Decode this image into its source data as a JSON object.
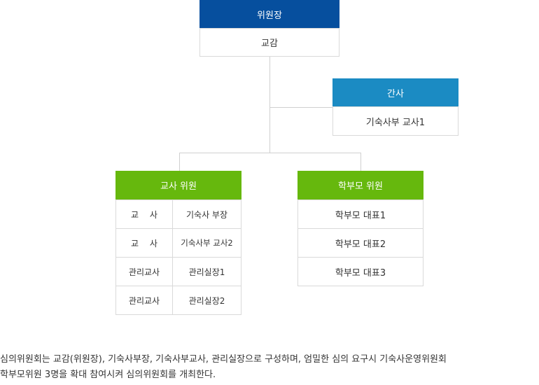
{
  "chair": {
    "title": "위원장",
    "member": "교감"
  },
  "secretary": {
    "title": "간사",
    "member": "기숙사부 교사1"
  },
  "teacher_committee": {
    "title": "교사 위원",
    "rows": [
      {
        "role": "교　 사",
        "member": "기숙사 부장"
      },
      {
        "role": "교　 사",
        "member": "기숙사부 교사2"
      },
      {
        "role": "관리교사",
        "member": "관리실장1"
      },
      {
        "role": "관리교사",
        "member": "관리실장2"
      }
    ]
  },
  "parent_committee": {
    "title": "학부모 위원",
    "members": [
      "학부모 대표1",
      "학부모 대표2",
      "학부모 대표3"
    ]
  },
  "caption": {
    "line1": "심의위원회는 교감(위원장), 기숙사부장, 기숙사부교사, 관리실장으로 구성하며, 엄밀한 심의 요구시 기숙사운영위원회",
    "line2": "학부모위원 3명을 확대 참여시켜 심의위원회를 개최한다."
  },
  "colors": {
    "chair_blue": "#064f9e",
    "secretary_blue": "#1b8bc3",
    "committee_green": "#66b80d"
  }
}
